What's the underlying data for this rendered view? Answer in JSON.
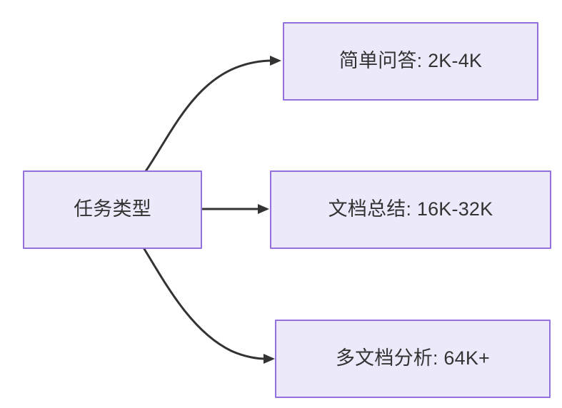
{
  "diagram": {
    "type": "flowchart",
    "direction": "left-to-right",
    "background_color": "#ffffff",
    "node_fill_color": "#ece9fb",
    "node_border_color": "#9370db",
    "text_color": "#333333",
    "edge_color": "#333333",
    "source": {
      "id": "task-type",
      "label": "任务类型"
    },
    "targets": [
      {
        "id": "simple-qa",
        "label": "简单问答: 2K-4K",
        "category": "简单问答",
        "range": "2K-4K"
      },
      {
        "id": "doc-summary",
        "label": "文档总结: 16K-32K",
        "category": "文档总结",
        "range": "16K-32K"
      },
      {
        "id": "multi-doc-analysis",
        "label": "多文档分析: 64K+",
        "category": "多文档分析",
        "range": "64K+"
      }
    ],
    "edges": [
      {
        "from": "task-type",
        "to": "simple-qa",
        "style": "curved-arrow",
        "label": ""
      },
      {
        "from": "task-type",
        "to": "doc-summary",
        "style": "straight-arrow",
        "label": ""
      },
      {
        "from": "task-type",
        "to": "multi-doc-analysis",
        "style": "curved-arrow",
        "label": ""
      }
    ]
  }
}
